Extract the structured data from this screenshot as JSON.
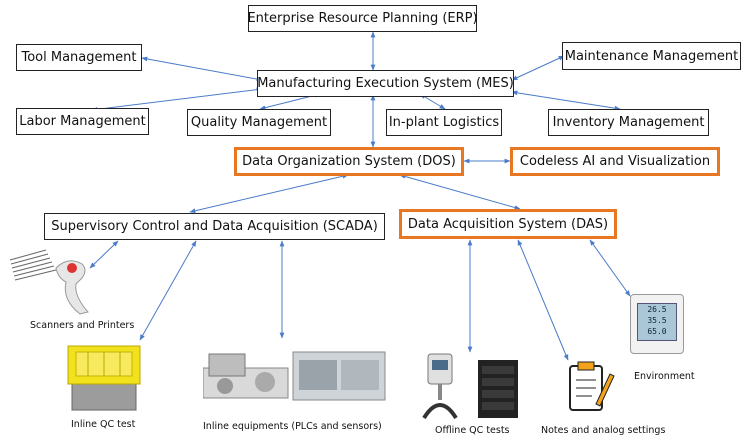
{
  "nodes": {
    "erp": "Enterprise Resource Planning (ERP)",
    "tool": "Tool Management",
    "maint": "Maintenance Management",
    "mes": "Manufacturing Execution System (MES)",
    "labor": "Labor Management",
    "quality": "Quality Management",
    "logistics": "In-plant Logistics",
    "inventory": "Inventory Management",
    "dos": "Data Organization System (DOS)",
    "ai": "Codeless AI and Visualization",
    "scada": "Supervisory Control and Data Acquisition (SCADA)",
    "das": "Data Acquisition System (DAS)"
  },
  "captions": {
    "scanners": "Scanners and Printers",
    "inlineqc": "Inline QC test",
    "inlineeq": "Inline equipments (PLCs and sensors)",
    "offlineqc": "Offline QC tests",
    "notes": "Notes and analog settings",
    "env": "Environment"
  },
  "colors": {
    "arrow": "#4a7cc9",
    "highlight": "#e87722",
    "box_border": "#222222"
  },
  "sensor_display": [
    "26.5",
    "35.5",
    "65.0"
  ]
}
